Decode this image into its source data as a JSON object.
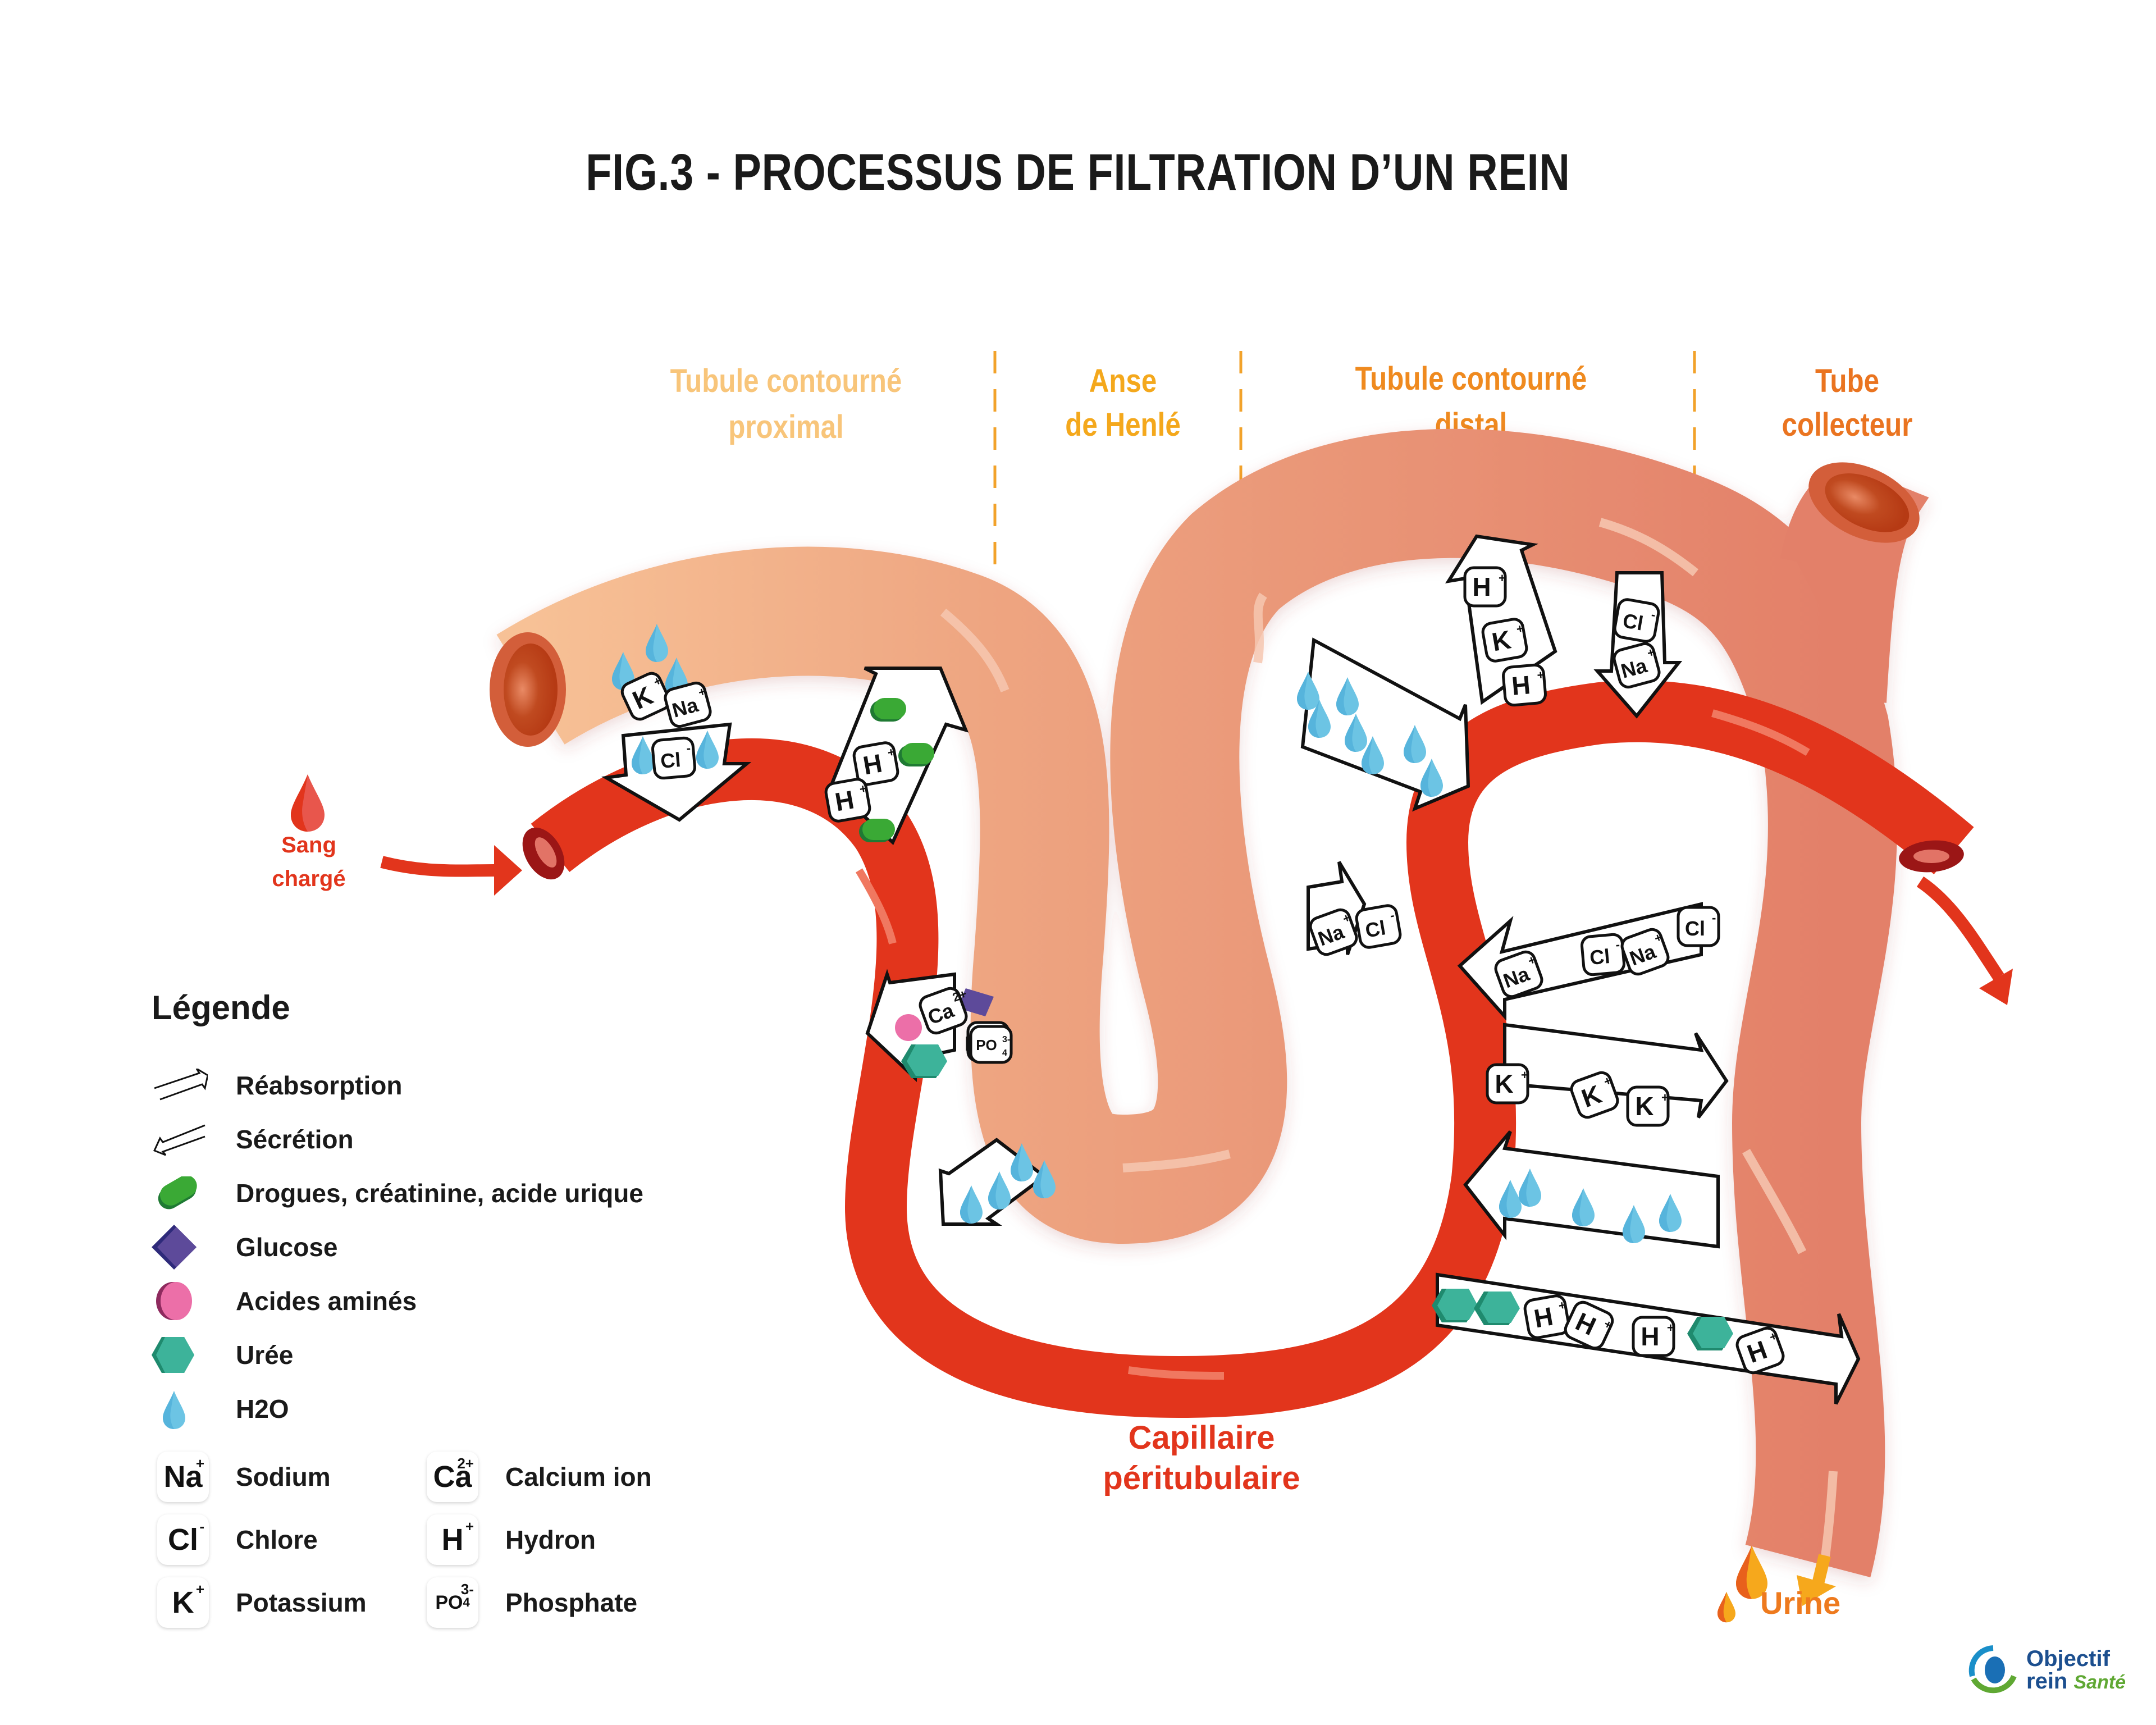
{
  "title": "FIG.3 - PROCESSUS DE FILTRATION D’UN REIN",
  "sections": [
    {
      "line1": "Tubule contourné",
      "line2": "proximal",
      "color": "#f8c57a"
    },
    {
      "line1": "Anse",
      "line2": "de Henlé",
      "color": "#f4a81c"
    },
    {
      "line1": "Tubule contourné",
      "line2": "distal",
      "color": "#ef8a1f"
    },
    {
      "line1": "Tube",
      "line2": "collecteur",
      "color": "#ea7420"
    }
  ],
  "labels": {
    "blood_in_line1": "Sang",
    "blood_in_line2": "chargé",
    "capillary_line1": "Capillaire",
    "capillary_line2": "péritubulaire",
    "urine": "Urine"
  },
  "colors": {
    "tubule_light": "#f6bd8f",
    "tubule": "#e38069",
    "capillary": "#e2351c",
    "capillary_dark": "#9b1616",
    "water": "#6cc4e4",
    "drug": "#3aa935",
    "glucose": "#5d4a9a",
    "amino": "#ec6fa8",
    "urea": "#3db39a",
    "urine_drop": "#f6a81c",
    "divider": "#f2a22a"
  },
  "legend": {
    "title": "Légende",
    "items": [
      {
        "icon": "reabsorption-arrow-icon",
        "label": "Réabsorption"
      },
      {
        "icon": "secretion-arrow-icon",
        "label": "Sécrétion"
      },
      {
        "icon": "drug-capsule-icon",
        "label": "Drogues, créatinine, acide urique"
      },
      {
        "icon": "glucose-diamond-icon",
        "label": "Glucose"
      },
      {
        "icon": "amino-acid-circle-icon",
        "label": "Acides aminés"
      },
      {
        "icon": "urea-hexagon-icon",
        "label": "Urée"
      },
      {
        "icon": "water-drop-icon",
        "label": "H2O"
      }
    ],
    "ions": [
      {
        "symbol": "Na",
        "charge": "+",
        "sub": "",
        "name": "Sodium"
      },
      {
        "symbol": "Ca",
        "charge": "2+",
        "sub": "",
        "name": "Calcium ion"
      },
      {
        "symbol": "Cl",
        "charge": "-",
        "sub": "",
        "name": "Chlore"
      },
      {
        "symbol": "H",
        "charge": "+",
        "sub": "",
        "name": "Hydron"
      },
      {
        "symbol": "K",
        "charge": "+",
        "sub": "",
        "name": "Potassium"
      },
      {
        "symbol": "PO",
        "charge": "3-",
        "sub": "4",
        "name": "Phosphate"
      }
    ]
  },
  "exchanges": [
    {
      "segment": "proximal",
      "type": "reabsorption",
      "contents": [
        "K+",
        "Na+",
        "Cl-",
        "H2O"
      ]
    },
    {
      "segment": "proximal",
      "type": "secretion",
      "contents": [
        "H+",
        "H+",
        "drogues"
      ]
    },
    {
      "segment": "proximal",
      "type": "reabsorption",
      "contents": [
        "Ca2+",
        "PO4 3-",
        "glucose",
        "acides aminés",
        "urée"
      ]
    },
    {
      "segment": "henle",
      "type": "reabsorption",
      "contents": [
        "H2O"
      ]
    },
    {
      "segment": "distal",
      "type": "reabsorption",
      "contents": [
        "H2O"
      ]
    },
    {
      "segment": "distal",
      "type": "secretion",
      "contents": [
        "H+",
        "K+",
        "H+"
      ]
    },
    {
      "segment": "distal",
      "type": "reabsorption",
      "contents": [
        "Cl-",
        "Na+"
      ]
    },
    {
      "segment": "distal",
      "type": "reabsorption",
      "contents": [
        "Na+",
        "Cl-"
      ]
    },
    {
      "segment": "collecteur",
      "type": "reabsorption",
      "contents": [
        "Na+",
        "Cl-",
        "Na+",
        "Cl-"
      ]
    },
    {
      "segment": "collecteur",
      "type": "secretion",
      "contents": [
        "K+",
        "K+",
        "K+"
      ]
    },
    {
      "segment": "collecteur",
      "type": "reabsorption",
      "contents": [
        "H2O"
      ]
    },
    {
      "segment": "collecteur",
      "type": "secretion",
      "contents": [
        "urée",
        "urée",
        "H+",
        "H+",
        "H+",
        "urée",
        "H+"
      ]
    }
  ],
  "logo": {
    "line1": "Objectif",
    "line2a": "rein",
    "line2b": "Santé"
  }
}
